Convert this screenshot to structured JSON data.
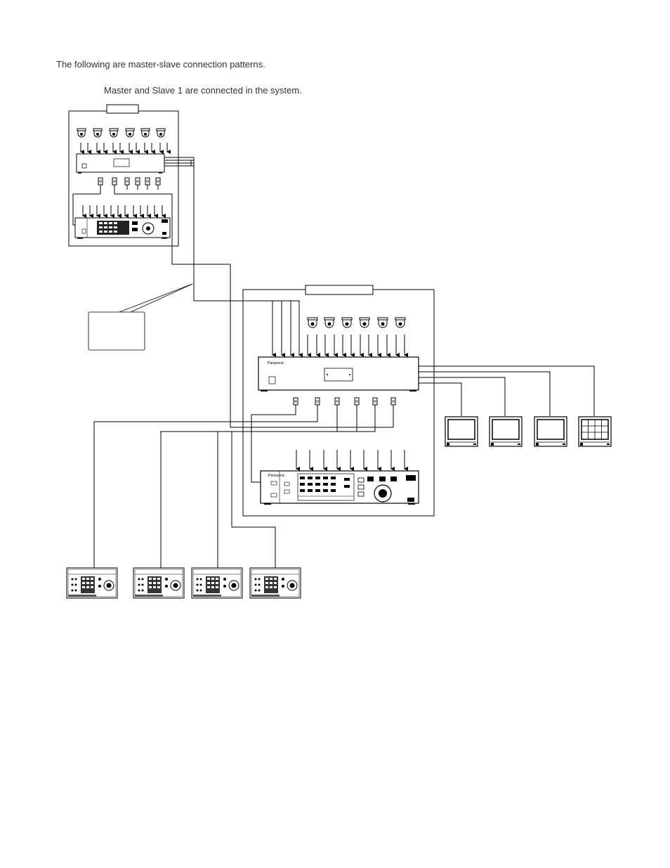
{
  "intro_text": "The following are master-slave connection patterns.",
  "subtitle": "Master and Slave 1 are connected in the system.",
  "device_brand": "Panasonic",
  "colors": {
    "line": "#000000",
    "background": "#ffffff",
    "text": "#333333"
  },
  "counts": {
    "master_cameras": 6,
    "slave_cameras": 6,
    "slave_monitors": 4,
    "remote_keyboards": 4
  }
}
